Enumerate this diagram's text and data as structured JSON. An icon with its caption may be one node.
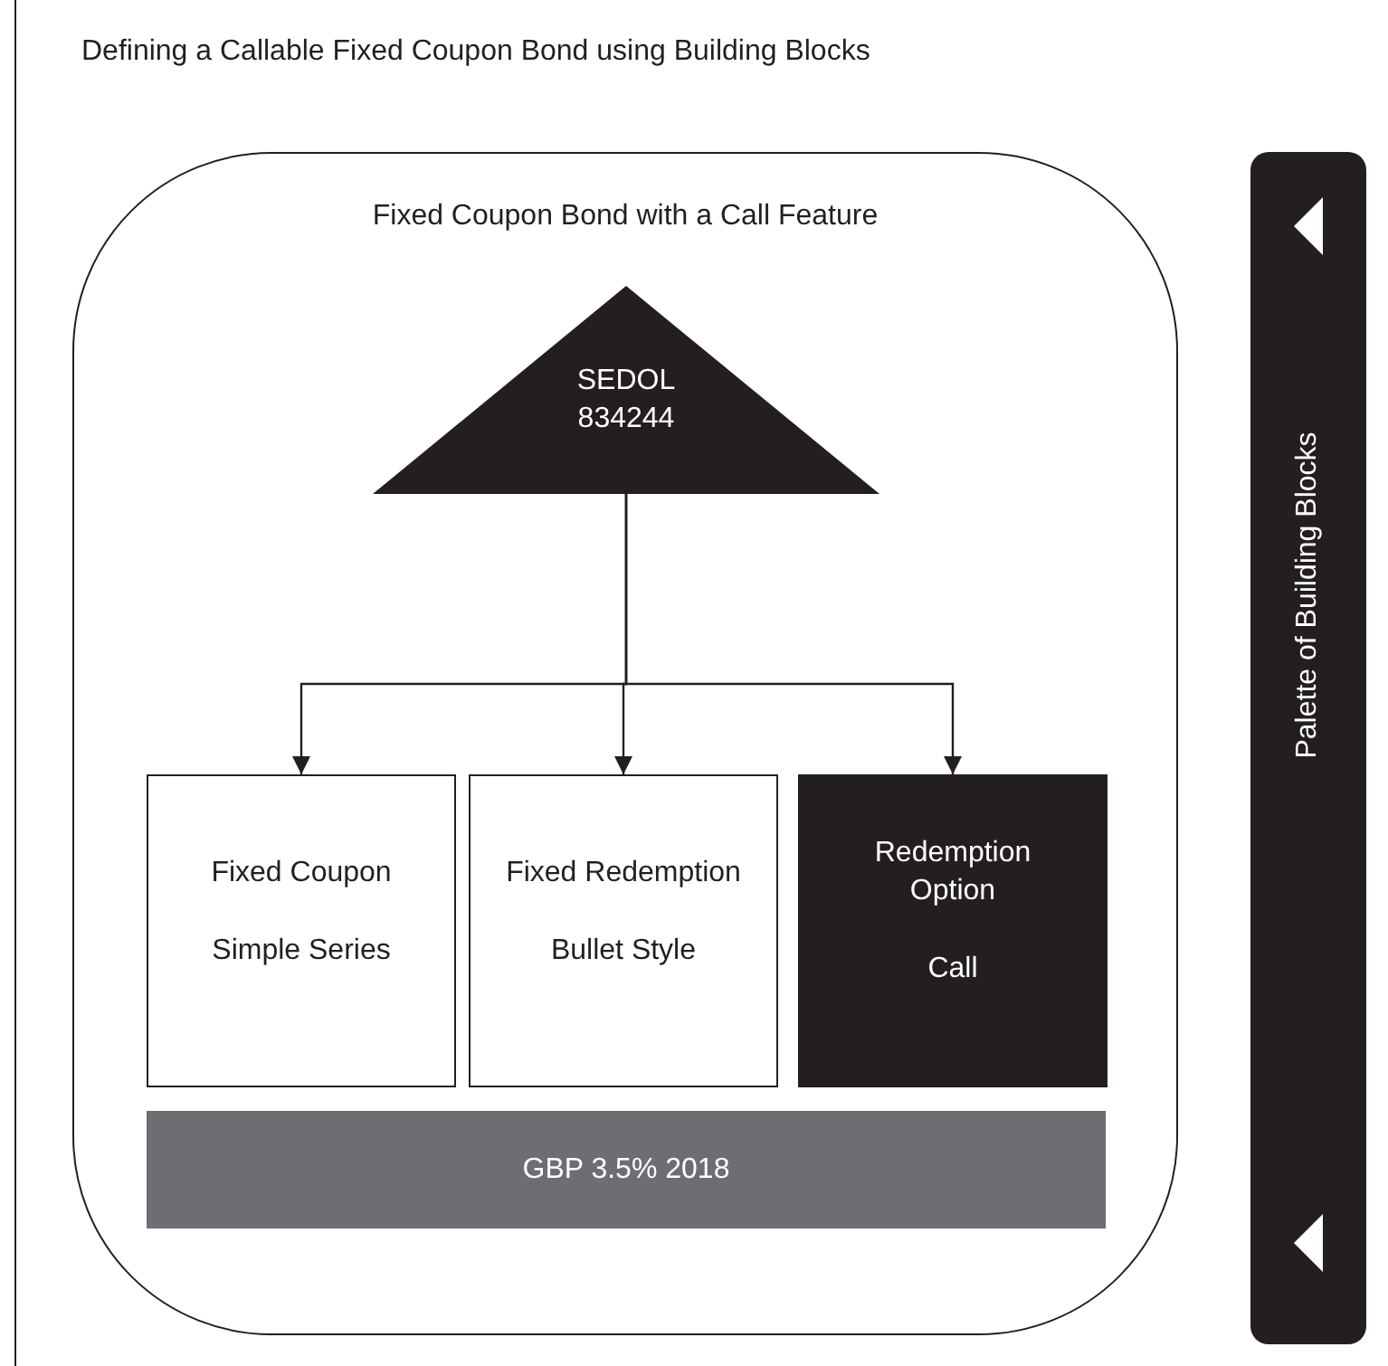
{
  "diagram": {
    "title": "Defining a Callable Fixed Coupon Bond using Building Blocks",
    "nodes": [
      {
        "text": [
          "Fixed Coupon Bond with a Call Feature"
        ]
      },
      {
        "text": [
          "SEDOL 834244"
        ],
        "in": 0
      },
      {
        "text": [
          "Fixed Coupon",
          "Simple Series"
        ],
        "in": 0
      },
      {
        "text": [
          "Fixed Redemption",
          "Bullet Style"
        ],
        "in": 0
      },
      {
        "text": [
          "Redemption Option",
          "Call"
        ],
        "in": 0
      },
      {
        "text": [
          "GBP 3.5% 2018"
        ],
        "in": 0
      },
      {
        "text": [
          "Palette of Building Blocks"
        ]
      }
    ],
    "edges": [
      {
        "from": 1,
        "to": 2,
        "arrow": "to"
      },
      {
        "from": 1,
        "to": 3,
        "arrow": "to"
      },
      {
        "from": 1,
        "to": 4,
        "arrow": "to"
      }
    ]
  }
}
